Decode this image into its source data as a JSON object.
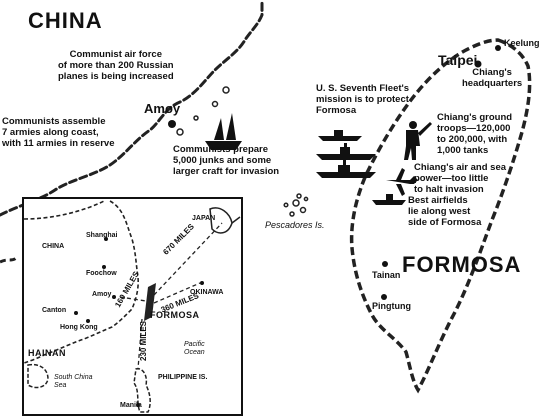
{
  "labels": {
    "china": "CHINA",
    "formosa": "FORMOSA",
    "keelung": "Keelung",
    "taipei": "Taipei",
    "amoy": "Amoy",
    "tainan": "Tainan",
    "pingtung": "Pingtung",
    "pescadores": "Pescadores Is."
  },
  "notes": {
    "air_force": "Communist air force\nof more than 200 Russian\nplanes is being increased",
    "armies": "Communists assemble\n7 armies along coast,\nwith 11 armies in reserve",
    "junks": "Communists prepare\n5,000 junks and some\nlarger craft for invasion",
    "seventh_fleet": "U. S. Seventh Fleet's\nmission is to protect\nFormosa",
    "hq": "Chiang's\nheadquarters",
    "ground": "Chiang's ground\ntroops—120,000\nto 200,000, with\n1,000 tanks",
    "air_sea": "Chiang's air and sea\npower—too little\nto halt invasion",
    "airfields": "Best airfields\nlie along west\nside of Formosa"
  },
  "inset": {
    "labels": {
      "china": "CHINA",
      "shanghai": "Shanghai",
      "foochow": "Foochow",
      "amoy": "Amoy",
      "canton": "Canton",
      "hong_kong": "Hong Kong",
      "hainan": "HAINAN",
      "japan": "JAPAN",
      "okinawa": "OKINAWA",
      "formosa": "FORMOSA",
      "pacific": "Pacific\nOcean",
      "philippine": "PHILIPPINE IS.",
      "south_china_sea": "South China\nSea",
      "manila": "Manila"
    },
    "distances": [
      "670 MILES",
      "360 MILES",
      "160 MILES",
      "230 MILES"
    ]
  }
}
